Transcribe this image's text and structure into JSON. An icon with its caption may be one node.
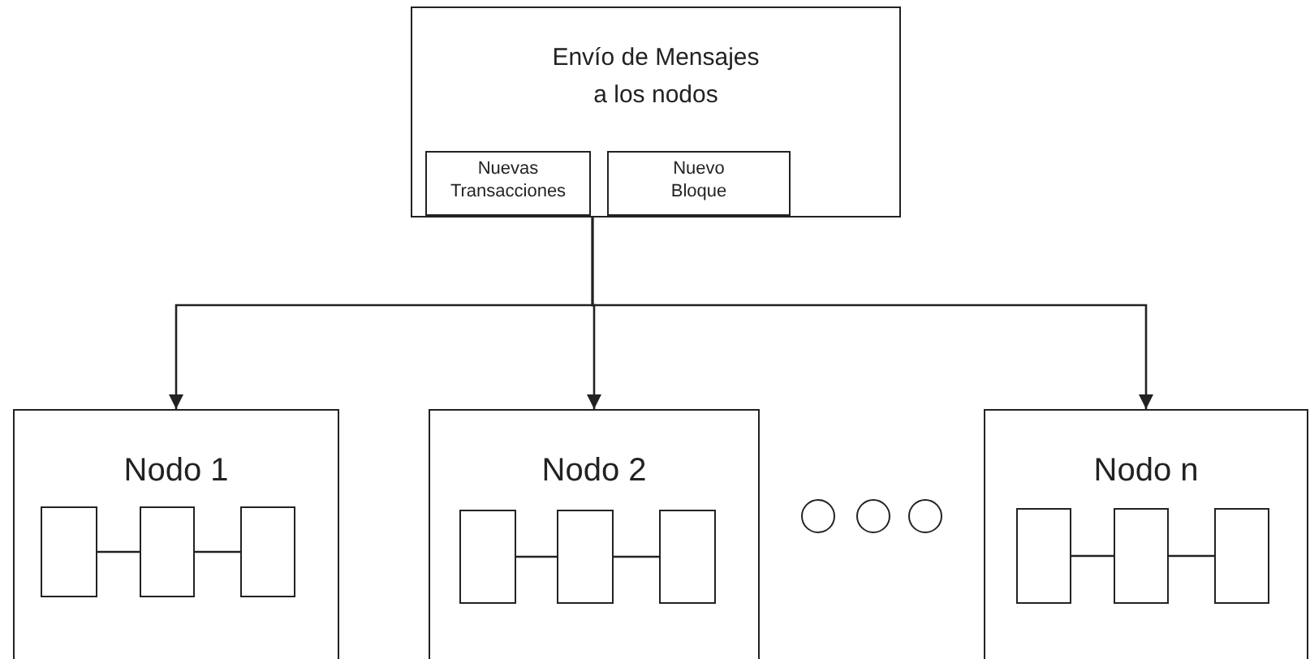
{
  "diagram": {
    "nodes": [
      {
        "text": [
          "Envío de Mensajes a los nodos"
        ]
      },
      {
        "text": [
          "Nuevas Transacciones"
        ],
        "in": 0
      },
      {
        "text": [
          "Nuevo Bloque"
        ],
        "in": 0
      },
      {
        "text": [
          "Nodo 1"
        ]
      },
      {
        "text": [],
        "shape": "box",
        "in": 3
      },
      {
        "text": [],
        "shape": "box",
        "in": 3
      },
      {
        "text": [],
        "shape": "box",
        "in": 3
      },
      {
        "text": [
          "Nodo 2"
        ]
      },
      {
        "text": [],
        "shape": "box",
        "in": 7
      },
      {
        "text": [],
        "shape": "box",
        "in": 7
      },
      {
        "text": [],
        "shape": "box",
        "in": 7
      },
      {
        "text": [
          "Nodo n"
        ]
      },
      {
        "text": [],
        "shape": "box",
        "in": 11
      },
      {
        "text": [],
        "shape": "box",
        "in": 11
      },
      {
        "text": [],
        "shape": "box",
        "in": 11
      }
    ],
    "edges": [
      {
        "from": 0,
        "to": 3,
        "arrow": "to"
      },
      {
        "from": 0,
        "to": 7,
        "arrow": "to"
      },
      {
        "from": 0,
        "to": 11,
        "arrow": "to"
      },
      {
        "from": 4,
        "to": 5,
        "arrow": "none"
      },
      {
        "from": 5,
        "to": 6,
        "arrow": "none"
      },
      {
        "from": 8,
        "to": 9,
        "arrow": "none"
      },
      {
        "from": 9,
        "to": 10,
        "arrow": "none"
      },
      {
        "from": 12,
        "to": 13,
        "arrow": "none"
      },
      {
        "from": 13,
        "to": 14,
        "arrow": "none"
      }
    ]
  }
}
